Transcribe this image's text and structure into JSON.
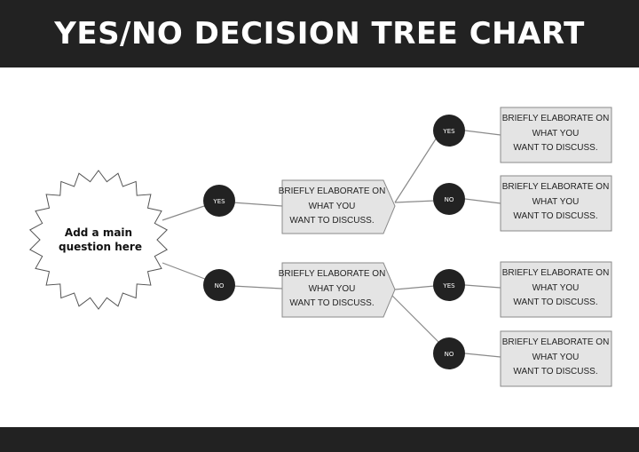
{
  "title": "YES/NO DECISION TREE CHART",
  "main_question": {
    "line1": "Add a main",
    "line2": "question here"
  },
  "labels": {
    "yes": "YES",
    "no": "NO"
  },
  "box_text": {
    "line1": "BRIEFLY ELABORATE ON",
    "line2": "WHAT YOU",
    "line3": "WANT TO DISCUSS.",
    "line1_right": "BRIEFLY ELABORATE ON",
    "line3_right": "WANT TO DISCUSS."
  },
  "colors": {
    "header_bg": "#222222",
    "box_fill": "#e4e4e4",
    "box_stroke": "#8a8a8a",
    "circle_fill": "#222222",
    "line": "#8a8a8a"
  }
}
